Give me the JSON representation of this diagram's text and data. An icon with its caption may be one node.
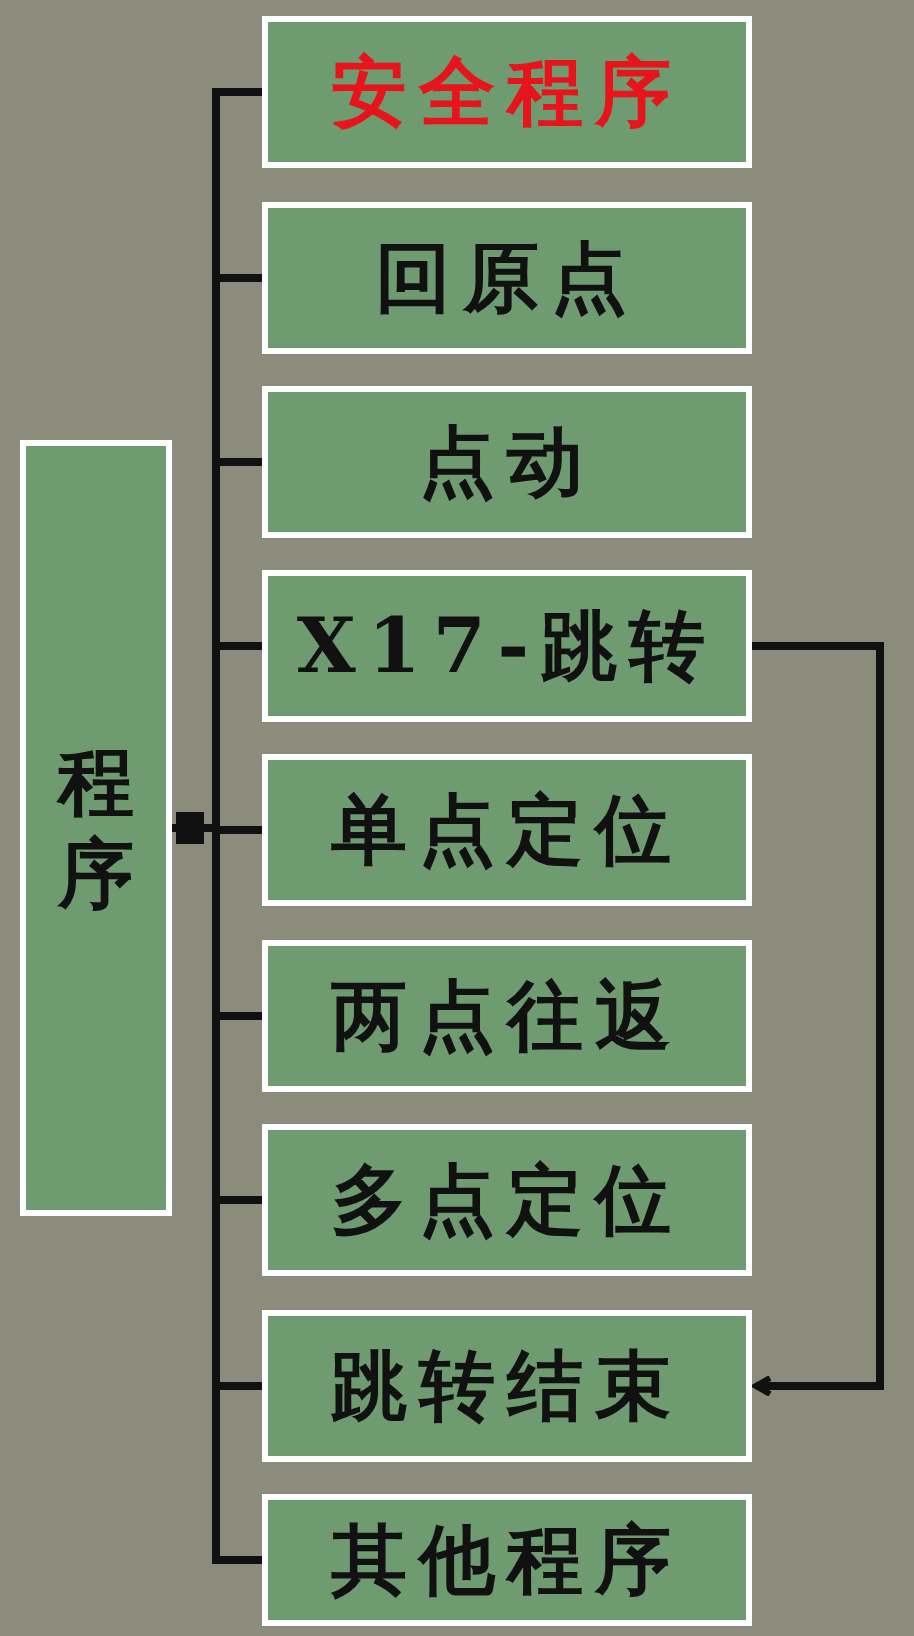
{
  "diagram": {
    "nodes": [
      {
        "text": [
          "程序"
        ]
      },
      {
        "text": [
          "安全程序"
        ]
      },
      {
        "text": [
          "回原点"
        ]
      },
      {
        "text": [
          "点动"
        ]
      },
      {
        "text": [
          "X17-跳转"
        ]
      },
      {
        "text": [
          "单点定位"
        ]
      },
      {
        "text": [
          "两点往返"
        ]
      },
      {
        "text": [
          "多点定位"
        ]
      },
      {
        "text": [
          "跳转结束"
        ]
      },
      {
        "text": [
          "其他程序"
        ]
      }
    ],
    "edges": [
      {
        "from": 0,
        "to": 1,
        "arrow": "other"
      },
      {
        "from": 0,
        "to": 2,
        "arrow": "other"
      },
      {
        "from": 0,
        "to": 3,
        "arrow": "other"
      },
      {
        "from": 0,
        "to": 4,
        "arrow": "other"
      },
      {
        "from": 0,
        "to": 5,
        "arrow": "other"
      },
      {
        "from": 0,
        "to": 6,
        "arrow": "other"
      },
      {
        "from": 0,
        "to": 7,
        "arrow": "other"
      },
      {
        "from": 0,
        "to": 8,
        "arrow": "other"
      },
      {
        "from": 0,
        "to": 9,
        "arrow": "other"
      },
      {
        "from": 4,
        "to": 8,
        "arrow": "to"
      }
    ]
  }
}
